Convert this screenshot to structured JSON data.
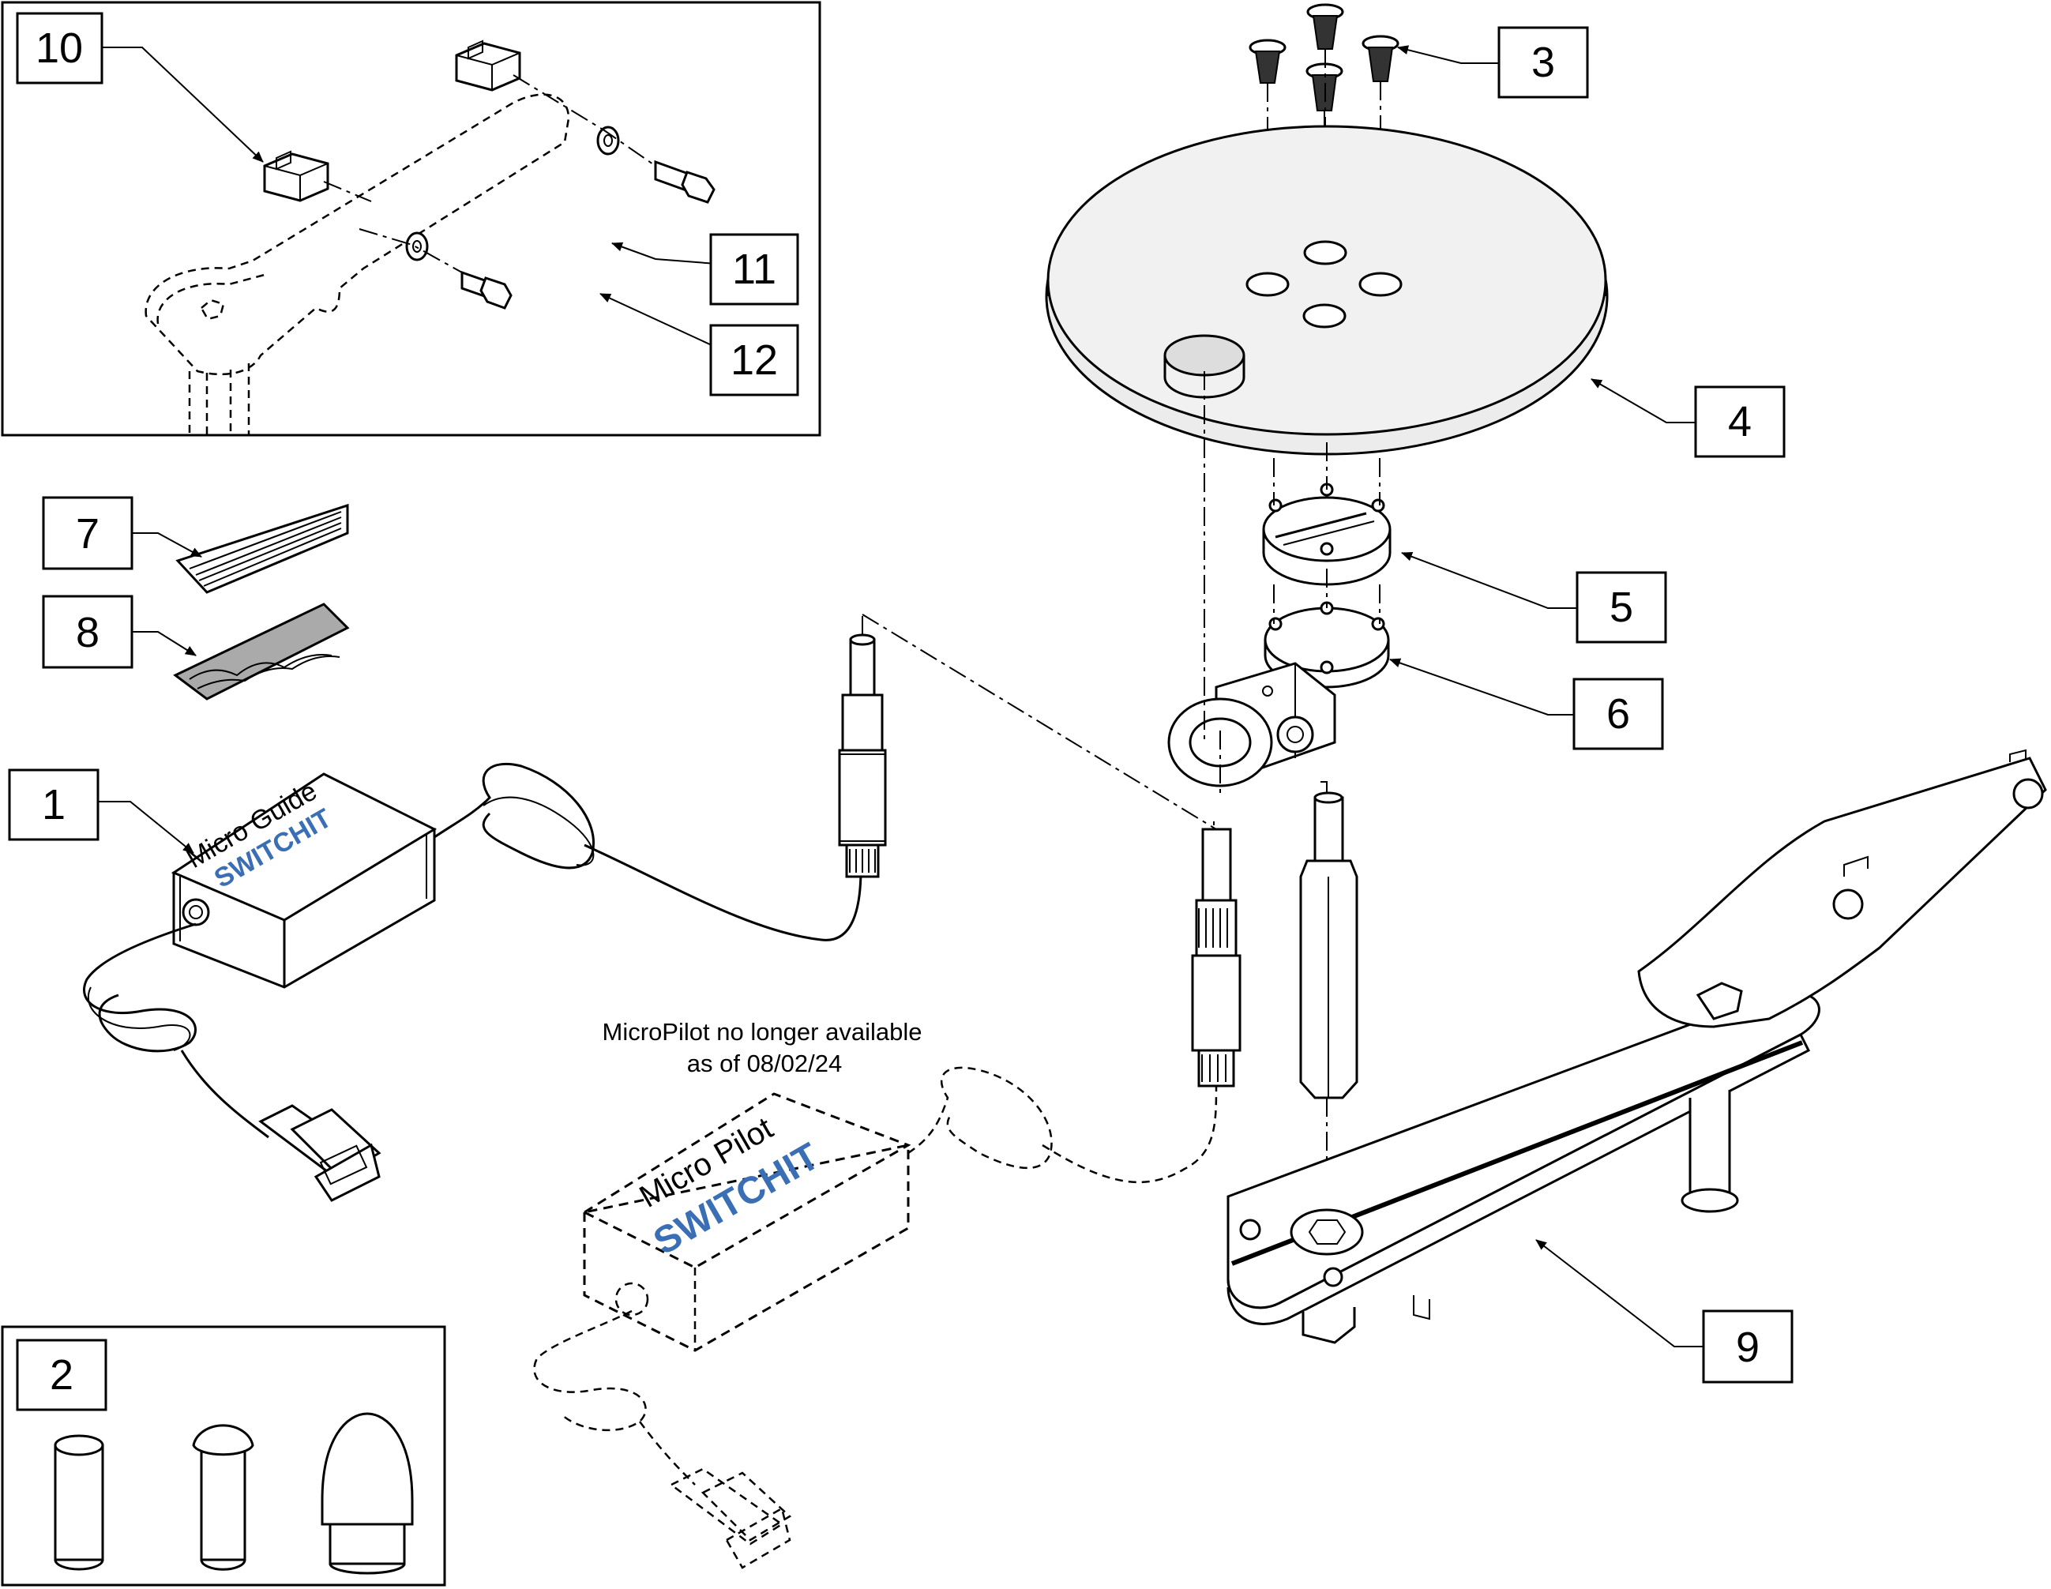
{
  "callouts": [
    {
      "id": "1",
      "label": "1"
    },
    {
      "id": "2",
      "label": "2"
    },
    {
      "id": "3",
      "label": "3"
    },
    {
      "id": "4",
      "label": "4"
    },
    {
      "id": "5",
      "label": "5"
    },
    {
      "id": "6",
      "label": "6"
    },
    {
      "id": "7",
      "label": "7"
    },
    {
      "id": "8",
      "label": "8"
    },
    {
      "id": "9",
      "label": "9"
    },
    {
      "id": "10",
      "label": "10"
    },
    {
      "id": "11",
      "label": "11"
    },
    {
      "id": "12",
      "label": "12"
    }
  ],
  "products": {
    "micro_guide": "Micro Guide",
    "micro_pilot": "Micro Pilot",
    "brand": "SWITCHIT"
  },
  "note": {
    "line1": "MicroPilot no longer available",
    "line2": "as of 08/02/24"
  }
}
